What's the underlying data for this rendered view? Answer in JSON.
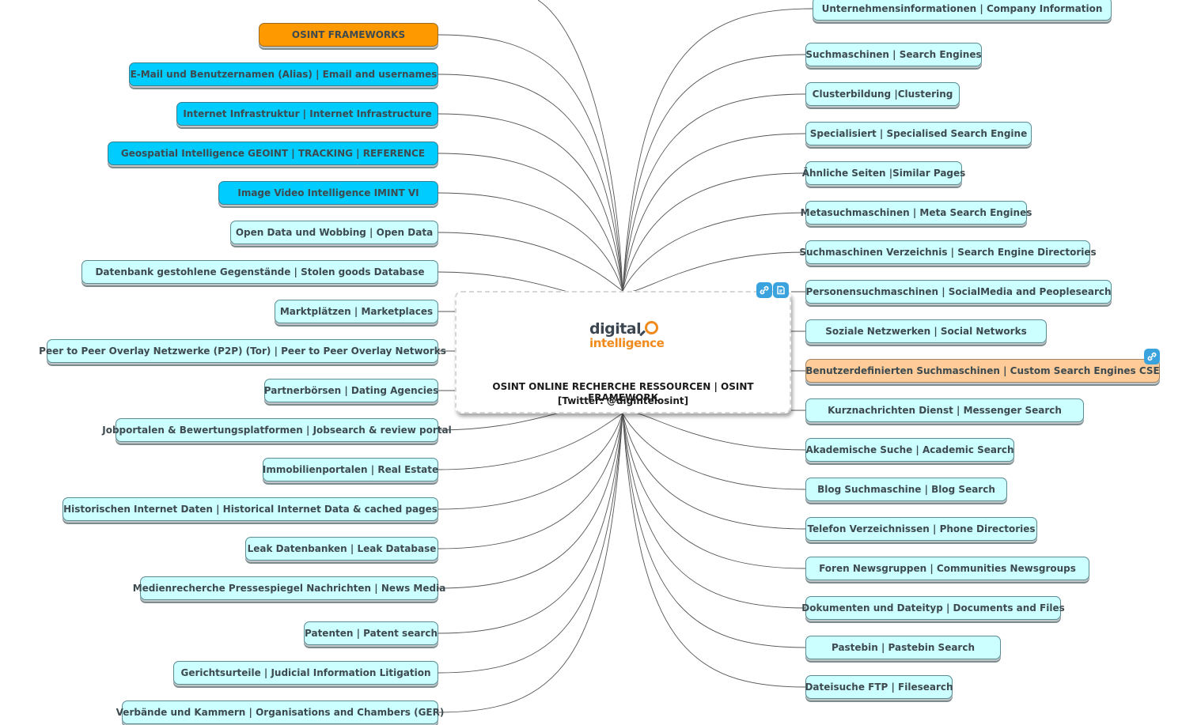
{
  "center": {
    "logo_top": "digital",
    "logo_bottom": "intelligence",
    "title": "OSINT ONLINE RECHERCHE RESSOURCEN | OSINT FRAMEWORK",
    "subtitle": "[Twitter: @digintelosint]"
  },
  "colors": {
    "node": "#ccffff",
    "blue": "#00ccff",
    "orange": "#ff9900",
    "peach": "#ffcc99",
    "icon": "#3aa3de"
  },
  "left_nodes": [
    {
      "label": "OSINT FRAMEWORKS",
      "style": "orange"
    },
    {
      "label": "E-Mail und Benutzernamen (Alias) | Email and usernames",
      "style": "blue"
    },
    {
      "label": "Internet Infrastruktur | Internet Infrastructure",
      "style": "blue"
    },
    {
      "label": "Geospatial Intelligence  GEOINT | TRACKING | REFERENCE",
      "style": "blue"
    },
    {
      "label": "Image Video Intelligence IMINT VI",
      "style": "blue"
    },
    {
      "label": "Open Data und Wobbing | Open Data",
      "style": "default"
    },
    {
      "label": "Datenbank gestohlene Gegenstände | Stolen goods Database",
      "style": "default"
    },
    {
      "label": "Marktplätzen | Marketplaces",
      "style": "default"
    },
    {
      "label": "Peer to Peer Overlay Netzwerke (P2P) (Tor) | Peer to Peer Overlay Networks",
      "style": "default"
    },
    {
      "label": "Partnerbörsen | Dating Agencies",
      "style": "default"
    },
    {
      "label": "Jobportalen & Bewertungsplatformen | Jobsearch & review portal",
      "style": "default"
    },
    {
      "label": "Immobilienportalen | Real Estate",
      "style": "default"
    },
    {
      "label": "Historischen Internet Daten | Historical Internet Data & cached pages",
      "style": "default"
    },
    {
      "label": "Leak Datenbanken | Leak Database",
      "style": "default"
    },
    {
      "label": "Medienrecherche Pressespiegel Nachrichten | News Media",
      "style": "default"
    },
    {
      "label": "Patenten | Patent search",
      "style": "default"
    },
    {
      "label": "Gerichtsurteile | Judicial Information Litigation",
      "style": "default"
    },
    {
      "label": "Verbände und Kammern | Organisations and Chambers (GER)",
      "style": "default"
    }
  ],
  "right_nodes": [
    {
      "label": "Unternehmensinformationen | Company Information",
      "style": "default"
    },
    {
      "label": "Suchmaschinen | Search Engines",
      "style": "default"
    },
    {
      "label": "Clusterbildung |Clustering",
      "style": "default"
    },
    {
      "label": "Specialisiert | Specialised Search Engine",
      "style": "default"
    },
    {
      "label": "Ähnliche Seiten |Similar Pages",
      "style": "default"
    },
    {
      "label": "Metasuchmaschinen | Meta Search Engines",
      "style": "default"
    },
    {
      "label": "Suchmaschinen Verzeichnis | Search Engine Directories",
      "style": "default"
    },
    {
      "label": "Personensuchmaschinen | SocialMedia and Peoplesearch",
      "style": "default"
    },
    {
      "label": "Soziale Netzwerken | Social Networks",
      "style": "default"
    },
    {
      "label": "Benutzerdefinierten Suchmaschinen | Custom Search Engines CSE",
      "style": "peach"
    },
    {
      "label": "Kurznachrichten Dienst | Messenger Search",
      "style": "default"
    },
    {
      "label": "Akademische Suche | Academic Search",
      "style": "default"
    },
    {
      "label": "Blog Suchmaschine | Blog Search",
      "style": "default"
    },
    {
      "label": "Telefon Verzeichnissen | Phone Directories",
      "style": "default"
    },
    {
      "label": "Foren Newsgruppen | Communities Newsgroups",
      "style": "default"
    },
    {
      "label": "Dokumenten und Dateityp | Documents and Files",
      "style": "default"
    },
    {
      "label": "Pastebin | Pastebin Search",
      "style": "default"
    },
    {
      "label": "Dateisuche FTP | Filesearch",
      "style": "default"
    }
  ],
  "icons": {
    "center": [
      "link-icon",
      "note-icon"
    ],
    "custom_search": "link-icon"
  }
}
